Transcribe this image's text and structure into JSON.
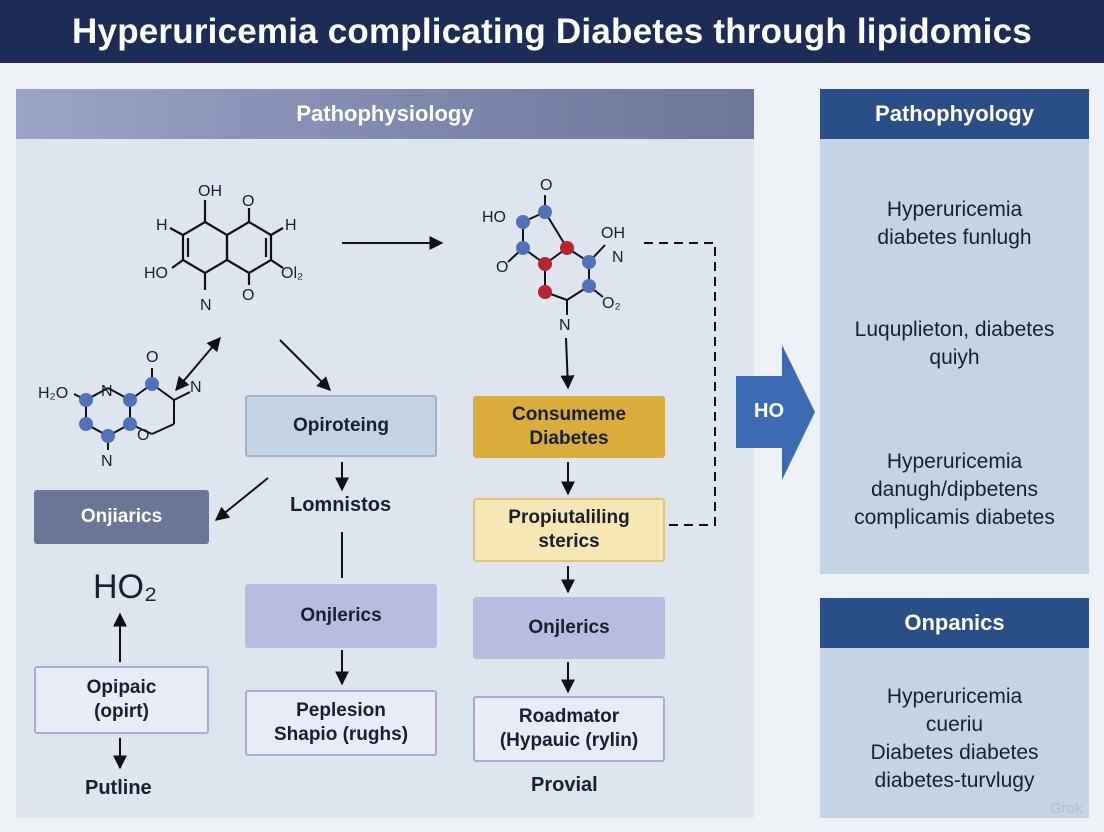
{
  "title": "Hyperuricemia complicating Diabetes through lipidomics",
  "main_panel": {
    "header": "Pathophysiology",
    "nodes": {
      "opiroteing": "Opiroteing",
      "onjiarics": "Onjiarics",
      "lomnistos": "Lomnistos",
      "onjlerics_mid": "Onjlerics",
      "peplesion": "Peplesion\nShapio (rughs)",
      "opipaic": "Opipaic\n(opirt)",
      "putline": "Putline",
      "h2o_big": "HO₂",
      "consumeme": "Consumeme\nDiabetes",
      "propiutaliling": "Propiutaliling\nsterics",
      "onjlerics_right": "Onjlerics",
      "roadmator": "Roadmator\n(Hypauic (rylin)",
      "provial": "Provial"
    },
    "molecule_labels": {
      "m1": [
        "OH",
        "H",
        "O",
        "H",
        "HO",
        "N",
        "O",
        "Ol₂"
      ],
      "m2": [
        "O",
        "HO",
        "OH",
        "N",
        "O",
        "N",
        "O₂"
      ],
      "m3": [
        "O",
        "H₂O",
        "N",
        "N",
        "O",
        "N"
      ]
    }
  },
  "big_arrow_label": "HO",
  "side_top": {
    "header": "Pathophyology",
    "text1": "Hyperuricemia\ndiabetes funlugh",
    "text2": "Luquplieton, diabetes\nquiyh",
    "text3": "Hyperuricemia\ndanugh/dipbetens\ncomplicamis diabetes"
  },
  "side_bottom": {
    "header": "Onpanics",
    "text": "Hyperuricemia\ncueriu\nDiabetes diabetes\ndiabetes-turvlugy"
  },
  "watermark": "Grok",
  "colors": {
    "title_bg": "#1c2c57",
    "side_header": "#2a4f88",
    "gold_node": "#d9ac3b",
    "atom_blue": "#4f72b8",
    "atom_red": "#b8232f"
  }
}
